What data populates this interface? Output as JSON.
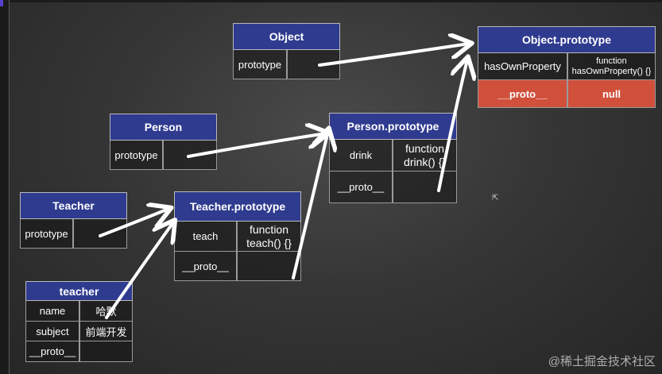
{
  "object": {
    "title": "Object",
    "key": "prototype",
    "value": ""
  },
  "object_prototype": {
    "title": "Object.prototype",
    "rows": [
      {
        "key": "hasOwnProperty",
        "value": "function hasOwnProperty() {}"
      },
      {
        "key": "__proto__",
        "value": "null"
      }
    ]
  },
  "person": {
    "title": "Person",
    "key": "prototype",
    "value": ""
  },
  "person_prototype": {
    "title": "Person.prototype",
    "rows": [
      {
        "key": "drink",
        "value": "function drink() {}"
      },
      {
        "key": "__proto__",
        "value": ""
      }
    ]
  },
  "teacher_ctor": {
    "title": "Teacher",
    "key": "prototype",
    "value": ""
  },
  "teacher_prototype": {
    "title": "Teacher.prototype",
    "rows": [
      {
        "key": "teach",
        "value": "function teach() {}"
      },
      {
        "key": "__proto__",
        "value": ""
      }
    ]
  },
  "teacher_instance": {
    "title": "teacher",
    "rows": [
      {
        "key": "name",
        "value": "哈默"
      },
      {
        "key": "subject",
        "value": "前端开发"
      },
      {
        "key": "__proto__",
        "value": ""
      }
    ]
  },
  "colors": {
    "header": "#2f3b8f",
    "null_row": "#d0503c",
    "arrow": "#ffffff"
  },
  "watermark": "@稀土掘金技术社区"
}
